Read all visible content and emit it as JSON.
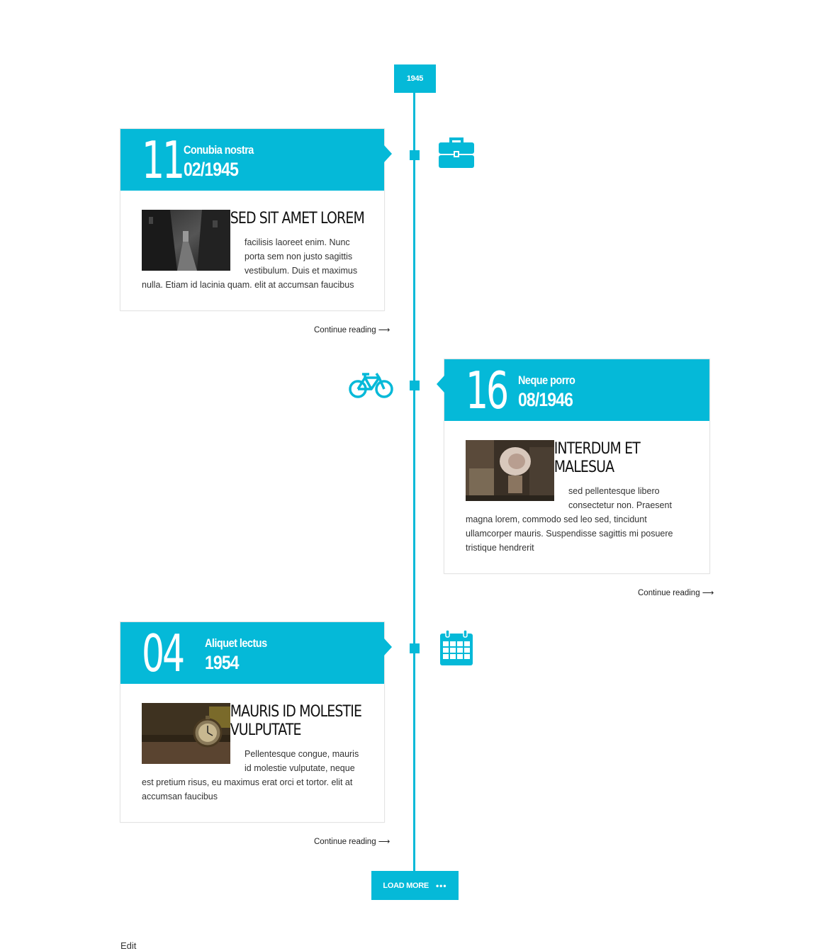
{
  "timeline": {
    "year_badge": "1945",
    "load_more_label": "LOAD MORE",
    "load_more_dots": "•••",
    "accent_color": "#05b9d8",
    "continue_label": "Continue reading",
    "continue_arrow": "⟶"
  },
  "events": [
    {
      "icon": "briefcase-icon",
      "day": "11",
      "category": "Conubia nostra",
      "date": "02/1945",
      "title": "SED SIT AMET LOREM",
      "text": "facilisis laoreet enim. Nunc porta sem non justo sagittis vestibulum. Duis et maximus nulla. Etiam id lacinia quam. elit at accumsan faucibus",
      "image": "dark alley photo"
    },
    {
      "icon": "bicycle-icon",
      "day": "16",
      "category": "Neque porro",
      "date": "08/1946",
      "title_line1": "INTERDUM ET",
      "title_line2": "MALESUA",
      "text": "sed pellentesque libero consectetur non. Praesent magna lorem, commodo sed leo sed, tincidunt ullamcorper mauris. Suspendisse sagittis mi posuere tristique hendrerit",
      "image": "gramophone photo"
    },
    {
      "icon": "calendar-icon",
      "day": "04",
      "category": "Aliquet lectus",
      "date": "1954",
      "title_line1": "MAURIS ID MOLESTIE",
      "title_line2": "VULPUTATE",
      "text": "Pellentesque congue, mauris id molestie vulputate, neque est pretium risus, eu maximus erat orci et tortor. elit at accumsan faucibus",
      "image": "pocket watch photo"
    }
  ],
  "footer": {
    "edit_label": "Edit"
  }
}
